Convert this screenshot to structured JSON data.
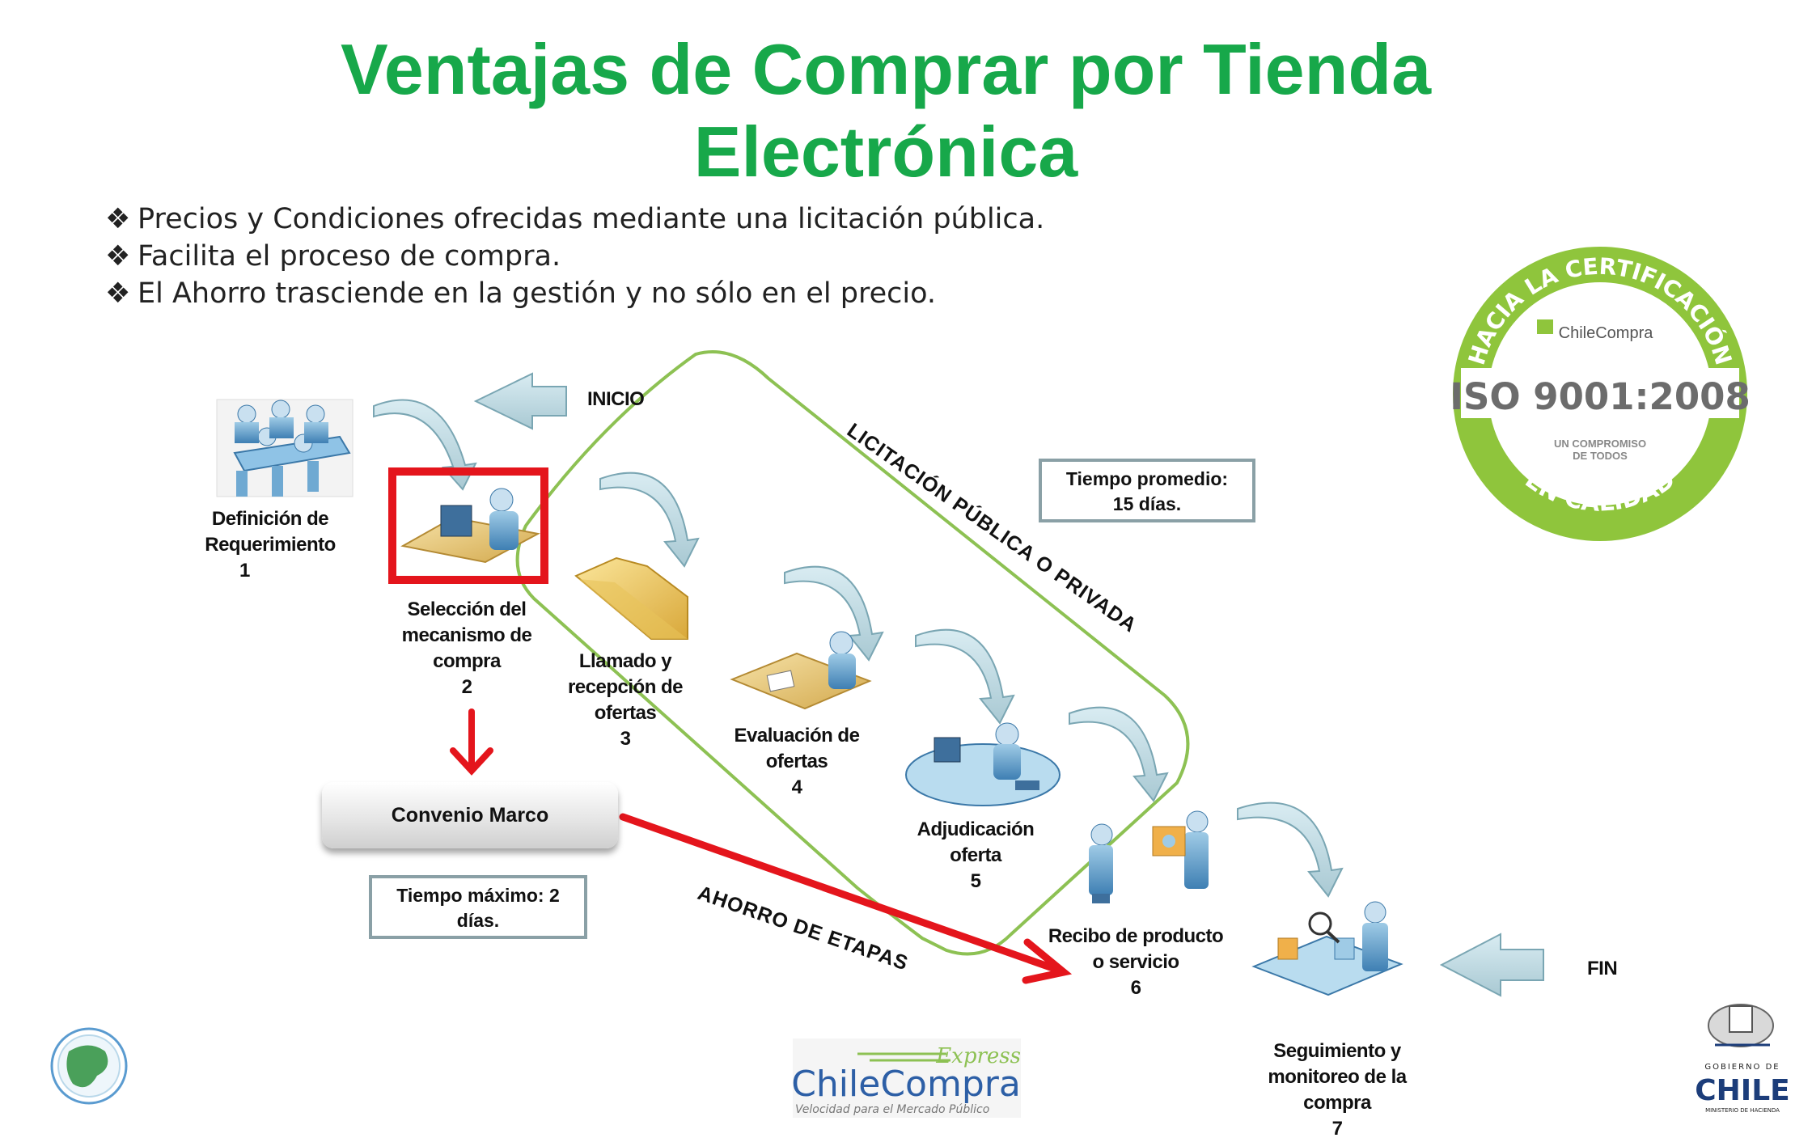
{
  "title": {
    "line1": "Ventajas de Comprar por Tienda",
    "line2": "Electrónica"
  },
  "bullets": [
    "Precios y Condiciones ofrecidas mediante una licitación pública.",
    "Facilita el proceso de compra.",
    "El Ahorro trasciende en la gestión y no sólo en el precio."
  ],
  "bullet_glyph": "❖",
  "labels": {
    "inicio": "INICIO",
    "fin": "FIN",
    "licitacion": "LICITACIÓN PÚBLICA O PRIVADA",
    "ahorro": "AHORRO DE ETAPAS"
  },
  "steps": [
    {
      "lines": [
        "Definición de",
        "Requerimiento",
        "1"
      ]
    },
    {
      "lines": [
        "Selección del",
        "mecanismo de",
        "compra",
        "2"
      ]
    },
    {
      "lines": [
        "Llamado y",
        "recepción de",
        "ofertas",
        "3"
      ]
    },
    {
      "lines": [
        "Evaluación de",
        "ofertas",
        "4"
      ]
    },
    {
      "lines": [
        "Adjudicación",
        "oferta",
        "5"
      ]
    },
    {
      "lines": [
        "Recibo de producto",
        "o servicio",
        "6"
      ]
    },
    {
      "lines": [
        "Seguimiento y",
        "monitoreo de la",
        "compra",
        "7"
      ]
    }
  ],
  "convenio": "Convenio Marco",
  "tiempo_promedio": [
    "Tiempo promedio:",
    "15 días."
  ],
  "tiempo_maximo": [
    "Tiempo máximo: 2",
    "días."
  ],
  "iso_badge": {
    "top": "HACIA LA CERTIFICACIÓN",
    "brand": "ChileCompra",
    "code": "ISO 9001:2008",
    "sub1": "UN COMPROMISO",
    "sub2": "DE TODOS",
    "bottom": "EN CALIDAD"
  },
  "logo": {
    "express": "Express",
    "name": "ChileCompra",
    "tagline": "Velocidad para el Mercado Público"
  },
  "gobierno": {
    "line1": "GOBIERNO DE",
    "line2": "CHILE",
    "line3": "MINISTERIO DE HACIENDA"
  },
  "colors": {
    "title_green": "#17a84a",
    "lasso_green": "#8dc153",
    "red": "#e4151c",
    "arrow_blue": "#b6d3dc",
    "box_border": "#8aa0a6"
  }
}
